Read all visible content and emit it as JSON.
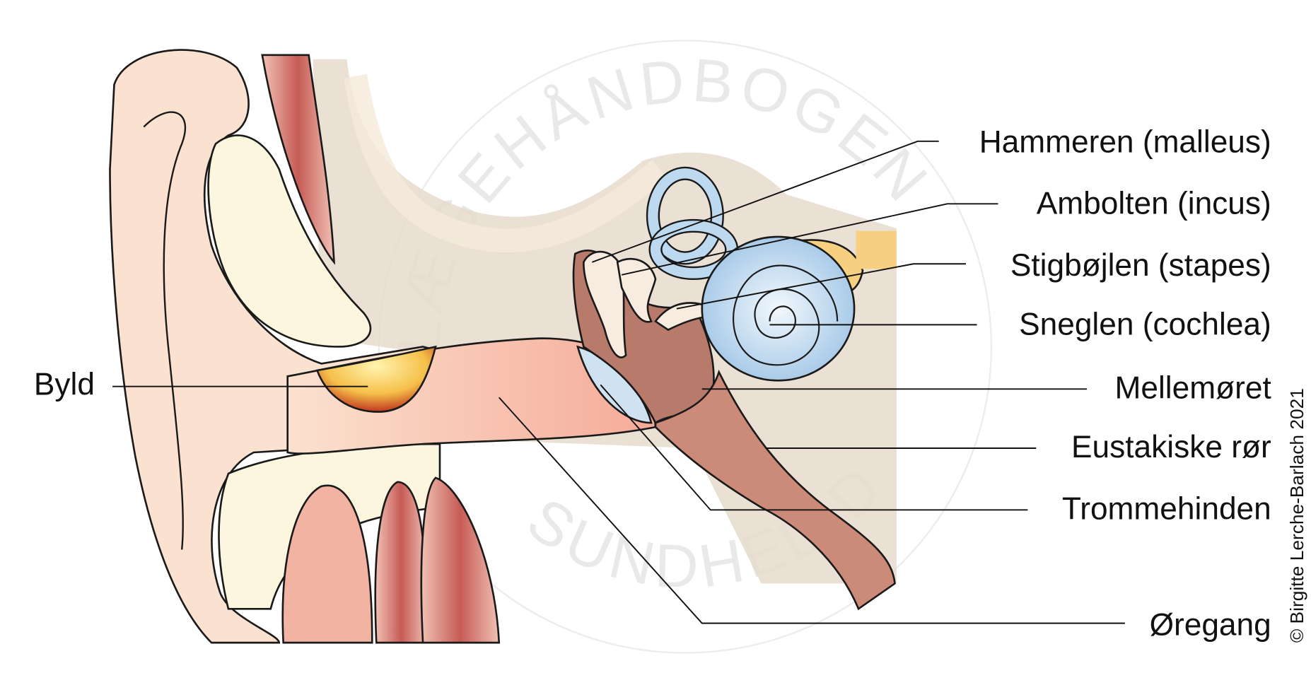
{
  "labels": {
    "hammer": "Hammeren (malleus)",
    "anvil": "Ambolten (incus)",
    "stirrup": "Stigbøjlen (stapes)",
    "cochlea": "Sneglen (cochlea)",
    "middle_ear": "Mellemøret",
    "eustachian": "Eustakiske rør",
    "eardrum": "Trommehinden",
    "ear_canal": "Øregang",
    "boil": "Byld"
  },
  "copyright": "© Birgitte Lerche-Barlach 2021",
  "watermark": {
    "top": "LÆGEHÅNDBOGEN",
    "bottom": "SUNDHED.DK"
  },
  "colors": {
    "skin": "#fbe1cf",
    "canal": "#f7b9a6",
    "bone": "#e6dccd",
    "cochlea": "#bdd9ef",
    "middle_ear": "#b87a6b",
    "boil": "#f6c04a",
    "muscle": "#c65b55"
  }
}
